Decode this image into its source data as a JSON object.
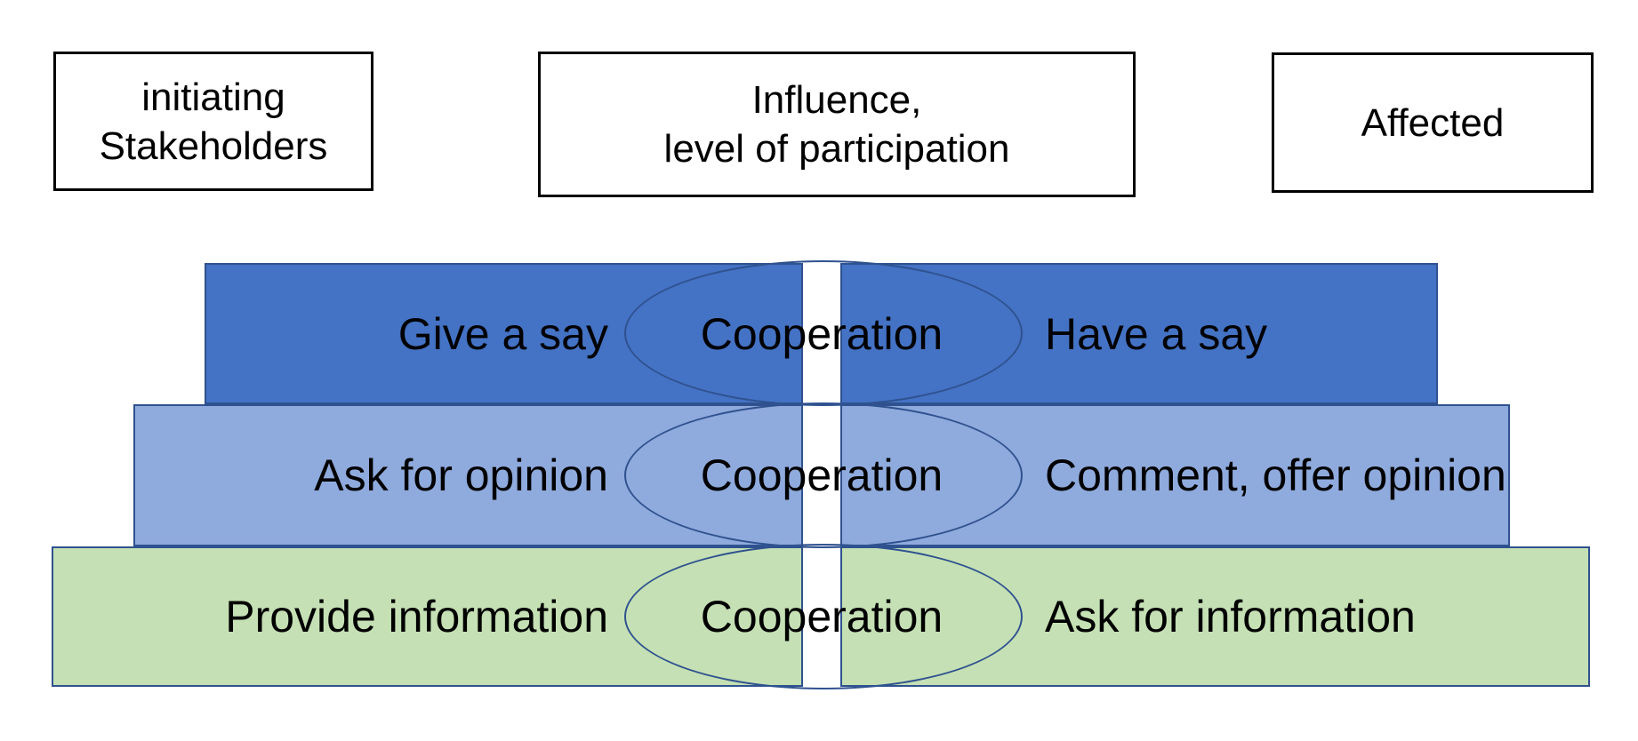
{
  "header_boxes": [
    {
      "id": "initiating-stakeholders",
      "label": "initiating\nStakeholders"
    },
    {
      "id": "influence-level",
      "label": "Influence,\nlevel of participation"
    },
    {
      "id": "affected",
      "label": "Affected"
    }
  ],
  "rows": [
    {
      "id": "give-a-say",
      "left_label": "Give a say",
      "center_label": "Cooperation",
      "right_label": "Have a say",
      "fill": "#4472C4"
    },
    {
      "id": "ask-for-opinion",
      "left_label": "Ask for opinion",
      "center_label": "Cooperation",
      "right_label": "Comment, offer opinion",
      "fill": "#8FAADC"
    },
    {
      "id": "provide-information",
      "left_label": "Provide information",
      "center_label": "Cooperation",
      "right_label": "Ask for information",
      "fill": "#C5E0B4"
    }
  ],
  "colors": {
    "background": "#FFFFFF",
    "box_border": "#000000",
    "bar_border": "#2F528F",
    "ellipse_stroke": "#2F528F",
    "text": "#000000",
    "row_fills": [
      "#4472C4",
      "#8FAADC",
      "#C5E0B4"
    ]
  }
}
